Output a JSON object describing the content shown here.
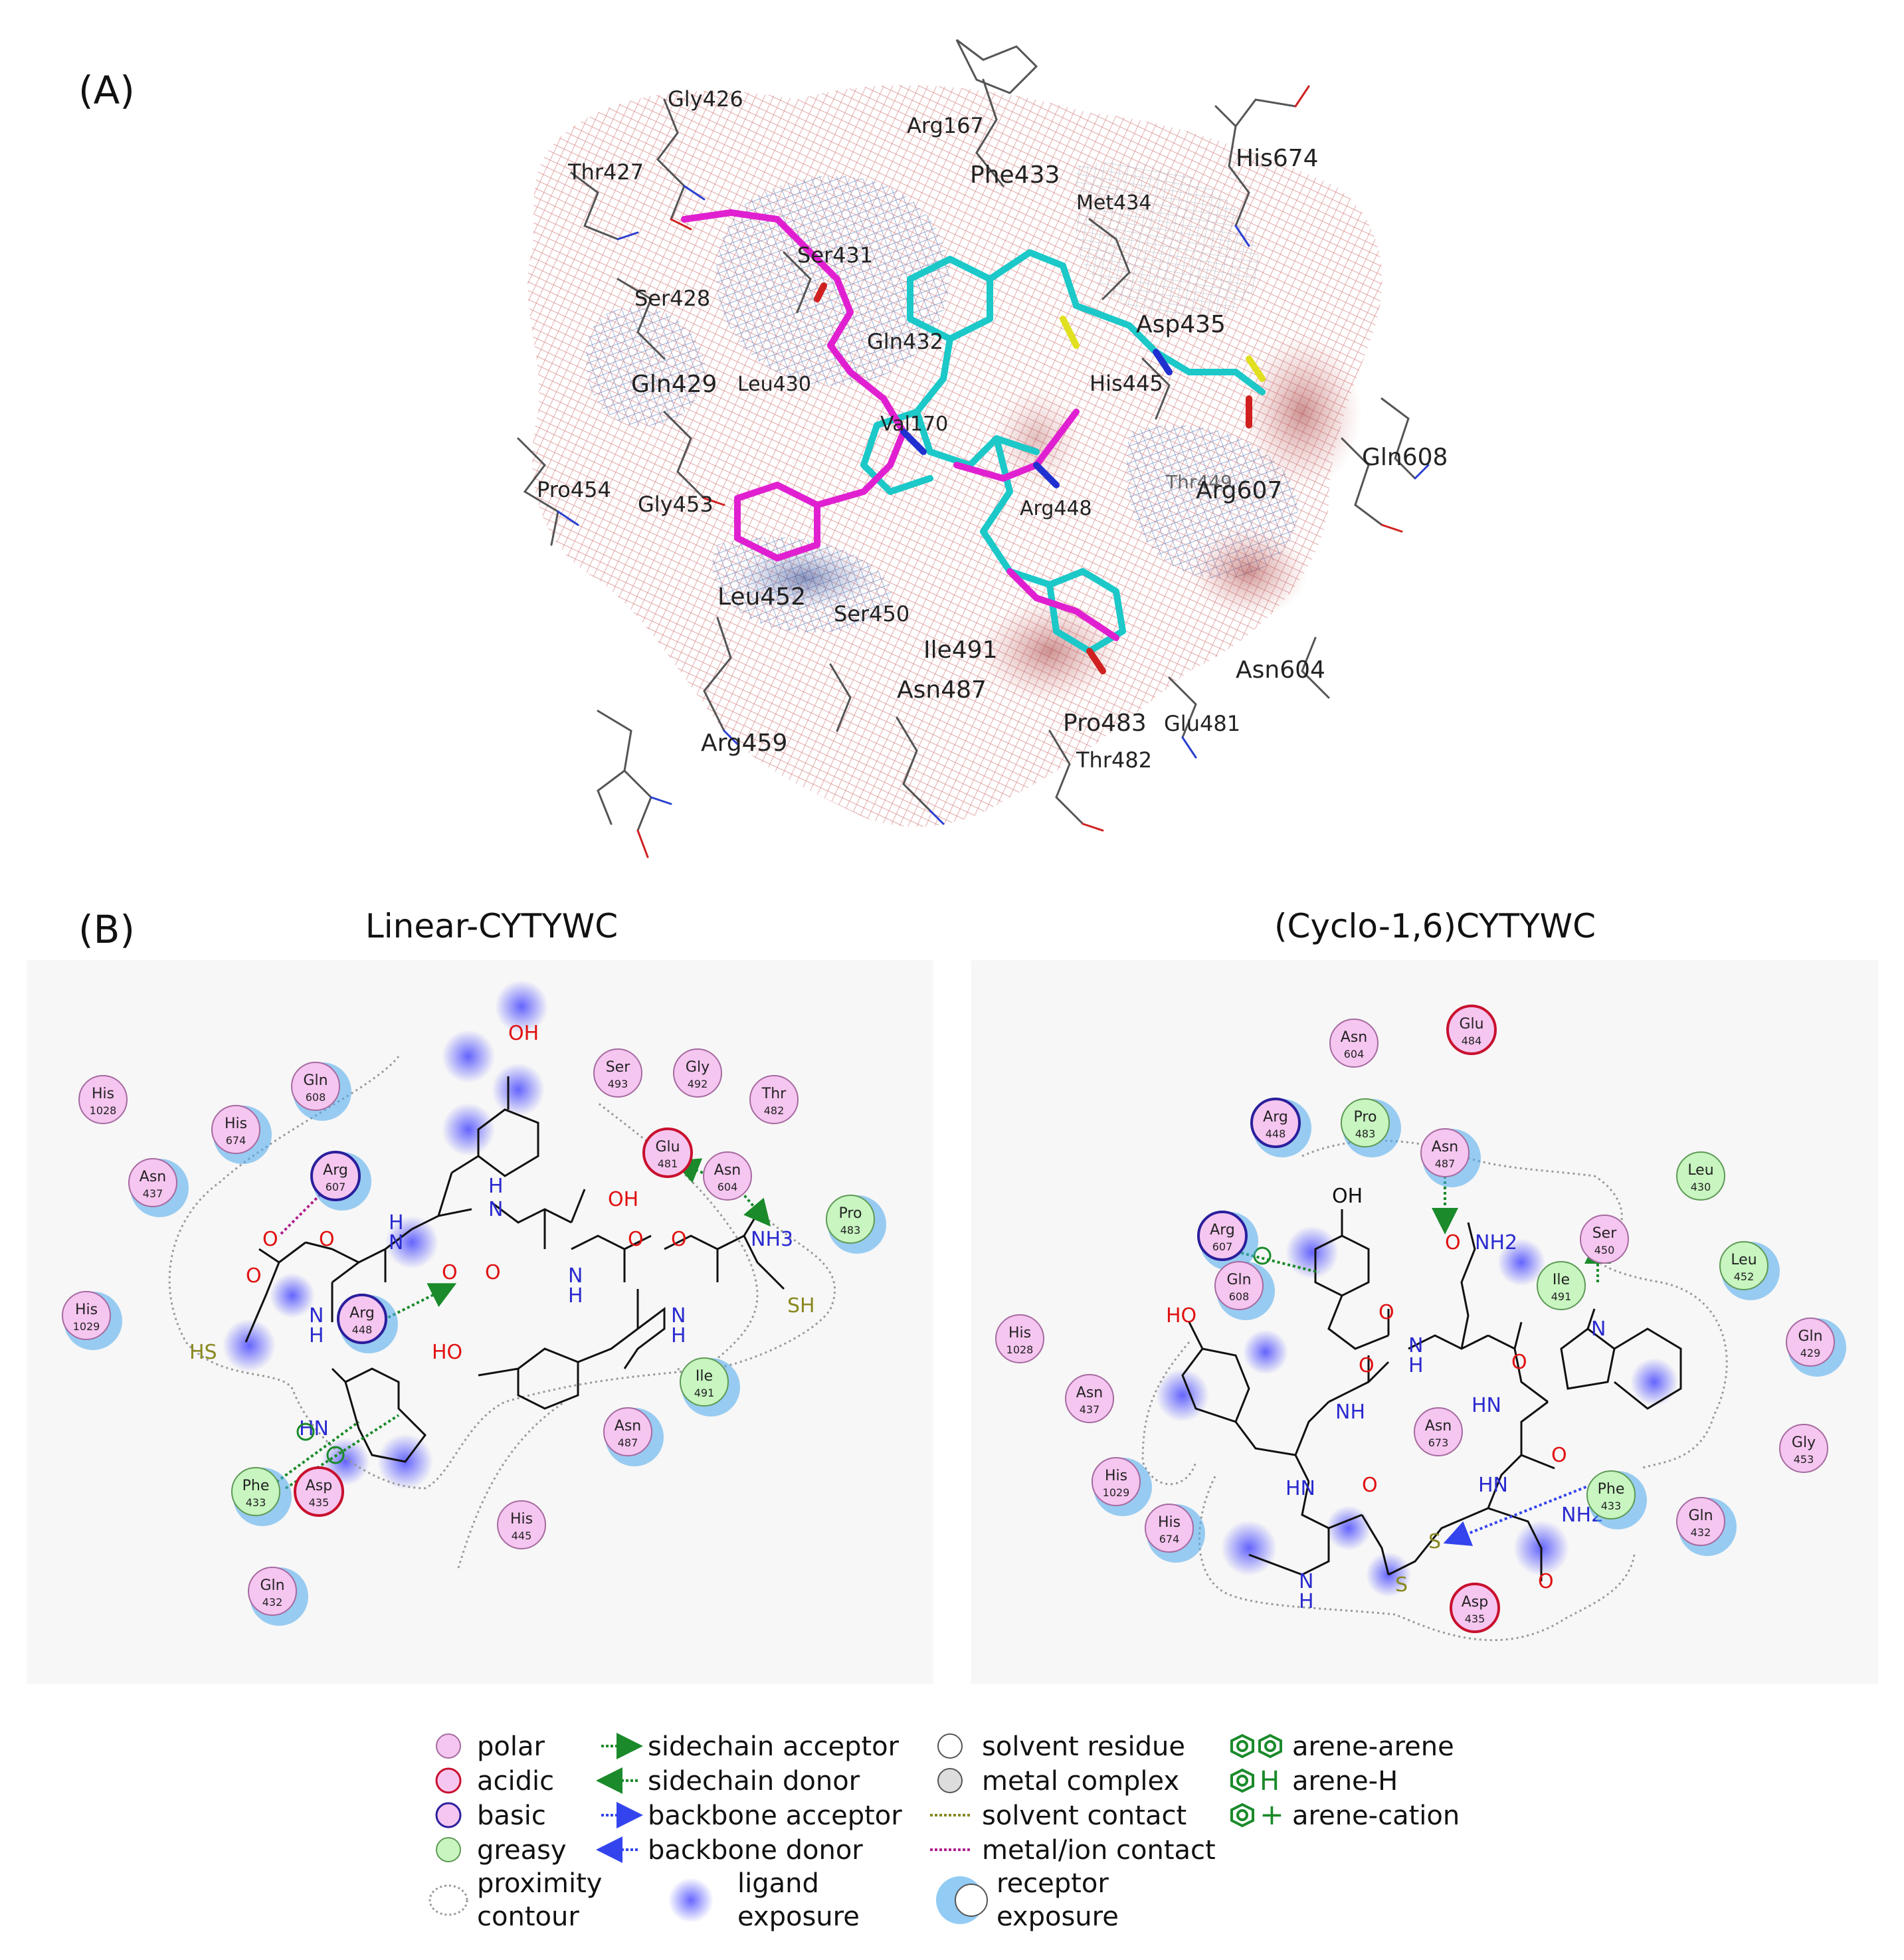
{
  "panel_a": {
    "label": "(A)",
    "residue_labels": [
      {
        "text": "Gly426",
        "size": "s"
      },
      {
        "text": "Arg167",
        "size": "s"
      },
      {
        "text": "His674",
        "size": "l"
      },
      {
        "text": "Thr427",
        "size": "s"
      },
      {
        "text": "Phe433",
        "size": "l"
      },
      {
        "text": "Met434",
        "size": "s"
      },
      {
        "text": "Ser431",
        "size": "s"
      },
      {
        "text": "Ser428",
        "size": "s"
      },
      {
        "text": "Gln432",
        "size": "s"
      },
      {
        "text": "Asp435",
        "size": "l"
      },
      {
        "text": "Gln429",
        "size": "l"
      },
      {
        "text": "Leu430",
        "size": "s"
      },
      {
        "text": "His445",
        "size": "s"
      },
      {
        "text": "Val170",
        "size": "s"
      },
      {
        "text": "Gln608",
        "size": "l"
      },
      {
        "text": "Pro454",
        "size": "s"
      },
      {
        "text": "Gly453",
        "size": "s"
      },
      {
        "text": "Arg448",
        "size": "s"
      },
      {
        "text": "Thr449",
        "size": "s"
      },
      {
        "text": "Arg607",
        "size": "l"
      },
      {
        "text": "Leu452",
        "size": "l"
      },
      {
        "text": "Ser450",
        "size": "s"
      },
      {
        "text": "Ile491",
        "size": "l"
      },
      {
        "text": "Asn487",
        "size": "l"
      },
      {
        "text": "Asn604",
        "size": "l"
      },
      {
        "text": "Arg459",
        "size": "l"
      },
      {
        "text": "Pro483",
        "size": "l"
      },
      {
        "text": "Glu481",
        "size": "s"
      },
      {
        "text": "Thr482",
        "size": "s"
      }
    ]
  },
  "panel_b": {
    "label": "(B)",
    "left_title": "Linear-CYTYWC",
    "right_title": "(Cyclo-1,6)CYTYWC",
    "left_residues": [
      {
        "name": "His",
        "num": "1028",
        "type": "polar"
      },
      {
        "name": "Gln",
        "num": "608",
        "type": "polar"
      },
      {
        "name": "His",
        "num": "674",
        "type": "polar"
      },
      {
        "name": "Asn",
        "num": "437",
        "type": "polar"
      },
      {
        "name": "Arg",
        "num": "607",
        "type": "basic"
      },
      {
        "name": "His",
        "num": "1029",
        "type": "polar"
      },
      {
        "name": "Arg",
        "num": "448",
        "type": "basic"
      },
      {
        "name": "Phe",
        "num": "433",
        "type": "greasy"
      },
      {
        "name": "Asp",
        "num": "435",
        "type": "acidic"
      },
      {
        "name": "Gln",
        "num": "432",
        "type": "polar"
      },
      {
        "name": "Ser",
        "num": "493",
        "type": "polar"
      },
      {
        "name": "Gly",
        "num": "492",
        "type": "polar"
      },
      {
        "name": "Thr",
        "num": "482",
        "type": "polar"
      },
      {
        "name": "Glu",
        "num": "481",
        "type": "acidic"
      },
      {
        "name": "Asn",
        "num": "604",
        "type": "polar"
      },
      {
        "name": "Pro",
        "num": "483",
        "type": "greasy"
      },
      {
        "name": "Ile",
        "num": "491",
        "type": "greasy"
      },
      {
        "name": "Asn",
        "num": "487",
        "type": "polar"
      },
      {
        "name": "His",
        "num": "445",
        "type": "polar"
      }
    ],
    "left_atoms": [
      "OH",
      "OH",
      "HO",
      "HS",
      "SH",
      "NH3",
      "H",
      "N",
      "O"
    ],
    "right_residues": [
      {
        "name": "Asn",
        "num": "604",
        "type": "polar"
      },
      {
        "name": "Glu",
        "num": "484",
        "type": "acidic"
      },
      {
        "name": "Arg",
        "num": "448",
        "type": "basic"
      },
      {
        "name": "Pro",
        "num": "483",
        "type": "greasy"
      },
      {
        "name": "Asn",
        "num": "487",
        "type": "polar"
      },
      {
        "name": "Leu",
        "num": "430",
        "type": "greasy"
      },
      {
        "name": "Arg",
        "num": "607",
        "type": "basic"
      },
      {
        "name": "Gln",
        "num": "608",
        "type": "polar"
      },
      {
        "name": "Ile",
        "num": "491",
        "type": "greasy"
      },
      {
        "name": "Ser",
        "num": "450",
        "type": "polar"
      },
      {
        "name": "Leu",
        "num": "452",
        "type": "greasy"
      },
      {
        "name": "His",
        "num": "1028",
        "type": "polar"
      },
      {
        "name": "Gln",
        "num": "429",
        "type": "polar"
      },
      {
        "name": "Asn",
        "num": "437",
        "type": "polar"
      },
      {
        "name": "Asn",
        "num": "673",
        "type": "polar"
      },
      {
        "name": "Gly",
        "num": "453",
        "type": "polar"
      },
      {
        "name": "His",
        "num": "1029",
        "type": "polar"
      },
      {
        "name": "His",
        "num": "674",
        "type": "polar"
      },
      {
        "name": "Phe",
        "num": "433",
        "type": "greasy"
      },
      {
        "name": "Gln",
        "num": "432",
        "type": "polar"
      },
      {
        "name": "Asp",
        "num": "435",
        "type": "acidic"
      }
    ],
    "right_atoms": [
      "OH",
      "HO",
      "NH2",
      "NH2",
      "S",
      "S"
    ]
  },
  "legend": {
    "col1": [
      "polar",
      "acidic",
      "basic",
      "greasy"
    ],
    "col1_contour": [
      "proximity",
      "contour"
    ],
    "col2": [
      "sidechain acceptor",
      "sidechain donor",
      "backbone acceptor",
      "backbone donor"
    ],
    "col2_exposure": [
      "ligand",
      "exposure"
    ],
    "col3": [
      "solvent residue",
      "metal complex",
      "solvent contact",
      "metal/ion contact"
    ],
    "col3_exposure": [
      "receptor",
      "exposure"
    ],
    "col4": [
      "arene-arene",
      "arene-H",
      "arene-cation"
    ]
  },
  "colors": {
    "polar_fill": "#f5c6f0",
    "polar_stroke": "#a66aa0",
    "acidic_stroke": "#c8102e",
    "basic_stroke": "#2a1f9c",
    "greasy_fill": "#c8f5c0",
    "greasy_stroke": "#5d9a55",
    "exposure_blue": "#4aa8ec",
    "ligand_blue": "#3333ff",
    "cyan_ligand": "#1cc8c8",
    "magenta_ligand": "#e020d0",
    "green_interaction": "#1a8a2a"
  }
}
